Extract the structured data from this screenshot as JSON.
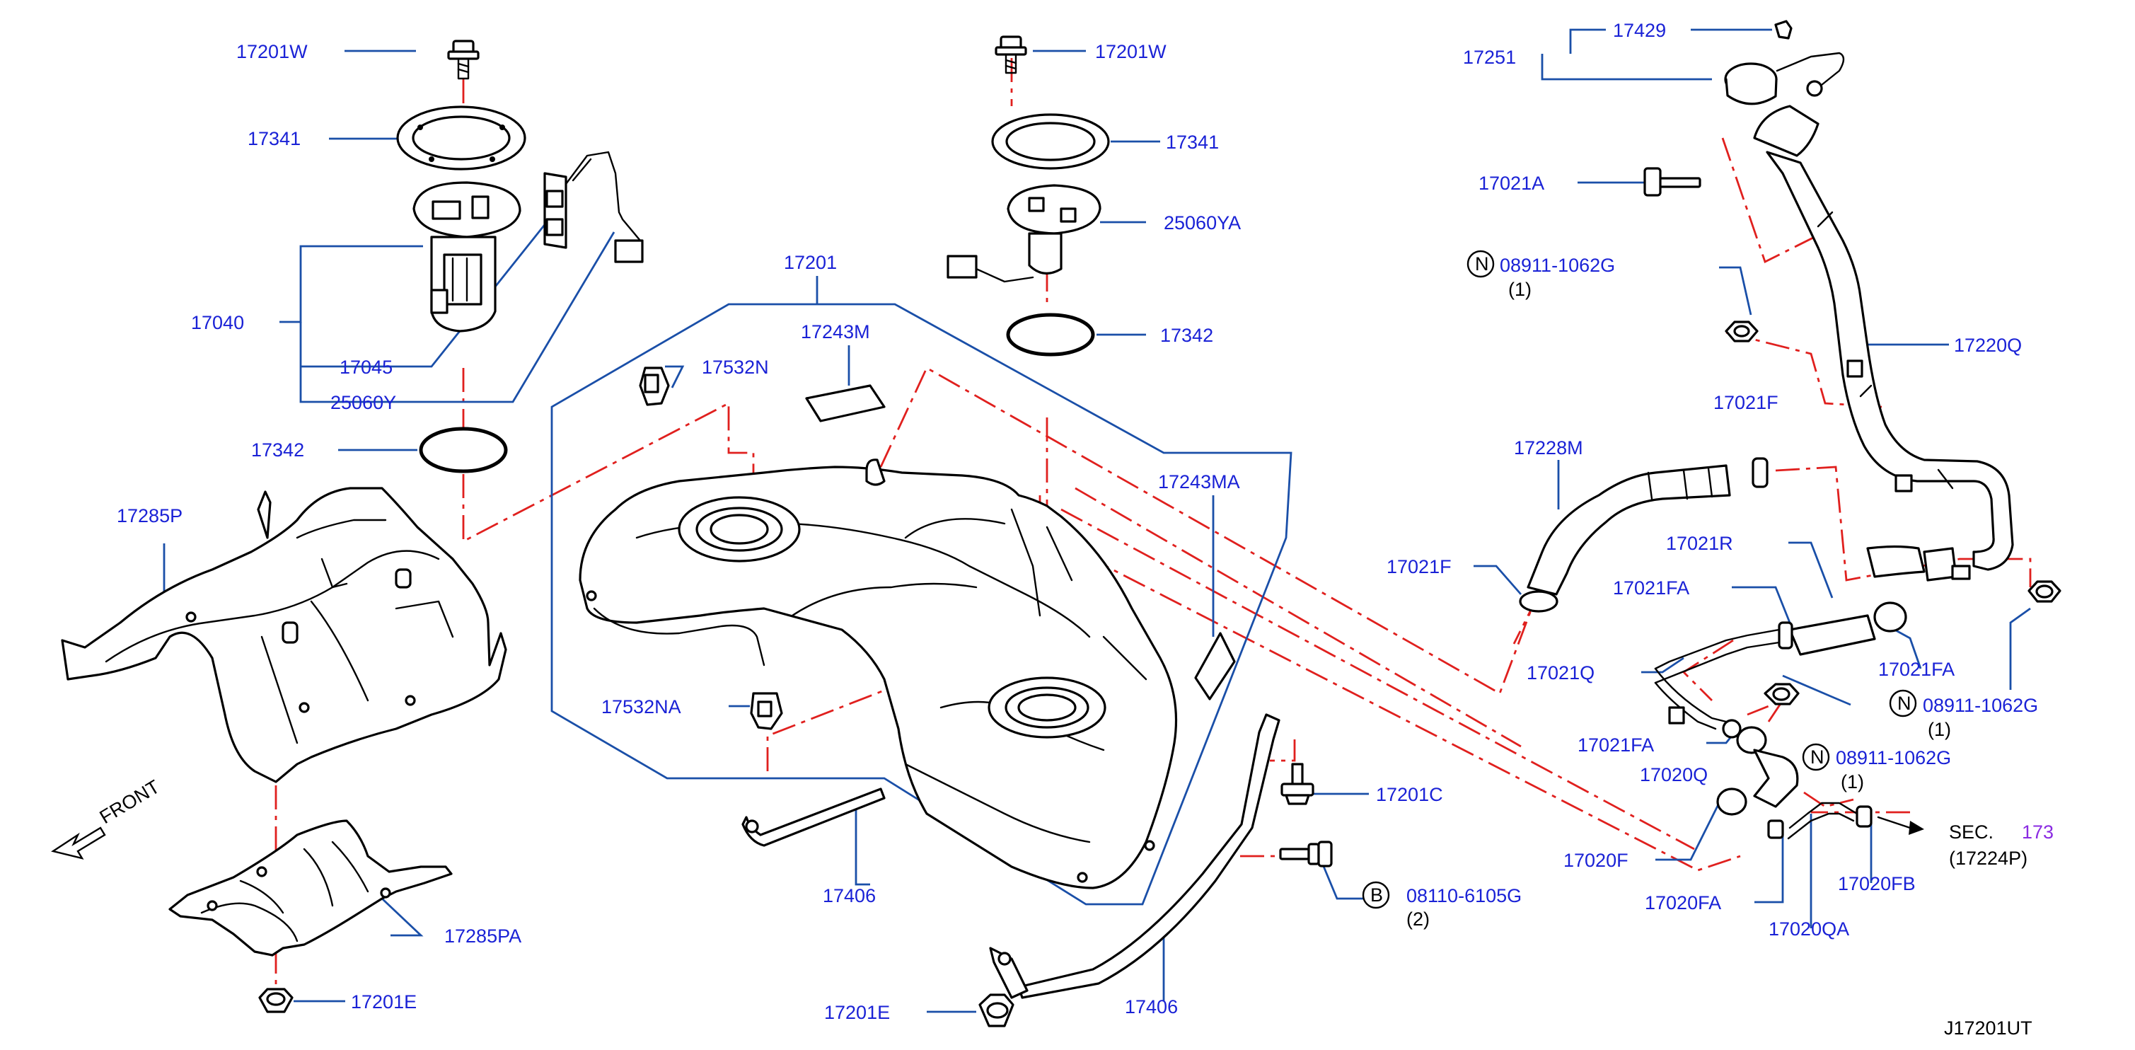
{
  "diagram_id": "J17201UT",
  "labels": {
    "p17201W_a": "17201W",
    "p17341_a": "17341",
    "p17040": "17040",
    "p17045": "17045",
    "p25060Y": "25060Y",
    "p17342_a": "17342",
    "p17285P": "17285P",
    "front": "FRONT",
    "p17285PA": "17285PA",
    "p17201E_a": "17201E",
    "p17201W_b": "17201W",
    "p17341_b": "17341",
    "p25060YA": "25060YA",
    "p17342_b": "17342",
    "p17201": "17201",
    "p17243M": "17243M",
    "p17532N": "17532N",
    "p17243MA": "17243MA",
    "p17532NA": "17532NA",
    "p17406_a": "17406",
    "p17406_b": "17406",
    "p17201C": "17201C",
    "p08110": "08110-6105G",
    "p08110_qty": "(2)",
    "p17201E_b": "17201E",
    "p17251": "17251",
    "p17429": "17429",
    "p17021A": "17021A",
    "p08911_a": "08911-1062G",
    "p08911_a_qty": "(1)",
    "p17220Q": "17220Q",
    "p17228M": "17228M",
    "p17021F_a": "17021F",
    "p17021F_b": "17021F",
    "p17021R": "17021R",
    "p17021FA_a": "17021FA",
    "p17021Q": "17021Q",
    "p17021FA_b": "17021FA",
    "p08911_b": "08911-1062G",
    "p08911_b_qty": "(1)",
    "p17021FA_c": "17021FA",
    "p17020Q": "17020Q",
    "p08911_c": "08911-1062G",
    "p08911_c_qty": "(1)",
    "p17020F": "17020F",
    "sec": "SEC.",
    "sec_num": "173",
    "sec_ref": "(17224P)",
    "p17020FA": "17020FA",
    "p17020QA": "17020QA",
    "p17020FB": "17020FB"
  },
  "circle_letters": {
    "n1": "N",
    "n2": "N",
    "n3": "N",
    "b1": "B"
  },
  "colors": {
    "label": "#1a22d6",
    "leader": "#1a4fa8",
    "assembly_line": "#e0201e",
    "section_ref": "#8a2be2",
    "line_art": "#000000"
  }
}
